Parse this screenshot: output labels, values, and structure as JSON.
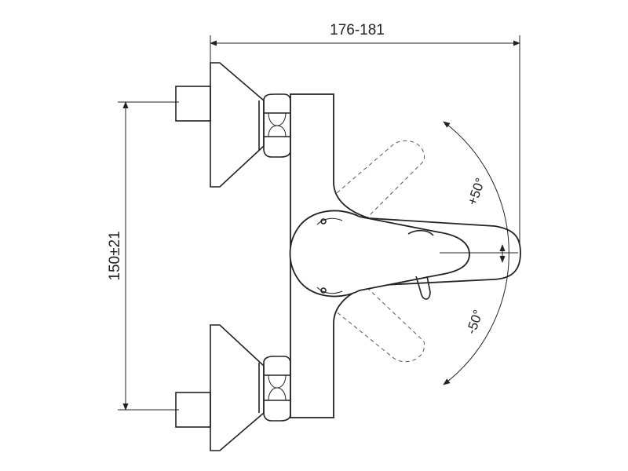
{
  "dimensions": {
    "overall_width": "176-181",
    "inlet_spacing": "150±21",
    "angle_up": "+50°",
    "angle_down": "-50°"
  }
}
